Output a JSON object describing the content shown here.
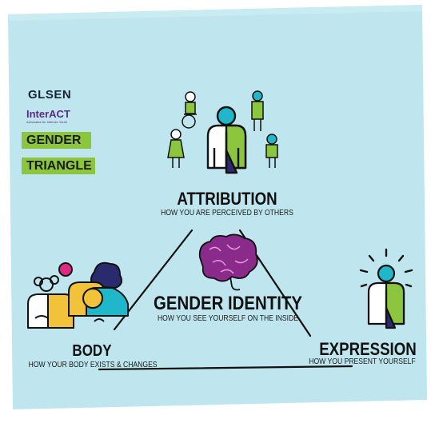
{
  "logos": {
    "glsen": "GLSEN",
    "interact": "InterACT",
    "interact_tagline": "Advocates for Intersex Youth"
  },
  "tags": [
    "GENDER",
    "TRIANGLE"
  ],
  "nodes": {
    "attribution": {
      "title": "ATTRIBUTION",
      "subtitle": "HOW YOU ARE PERCEIVED BY OTHERS"
    },
    "identity": {
      "title": "GENDER IDENTITY",
      "subtitle": "HOW YOU SEE YOURSELF ON THE INSIDE"
    },
    "body": {
      "title": "BODY",
      "subtitle": "HOW YOUR BODY EXISTS & CHANGES"
    },
    "expression": {
      "title": "EXPRESSION",
      "subtitle": "HOW YOU PRESENT YOURSELF"
    }
  },
  "colors": {
    "background": "#bfe6ee",
    "card": "#b8e3ed",
    "green": "#8cc63e",
    "teal": "#1fb7c9",
    "navy": "#2a2a6e",
    "purple": "#8a2a8a",
    "magenta": "#e02a82",
    "yellow": "#f2c23a"
  }
}
